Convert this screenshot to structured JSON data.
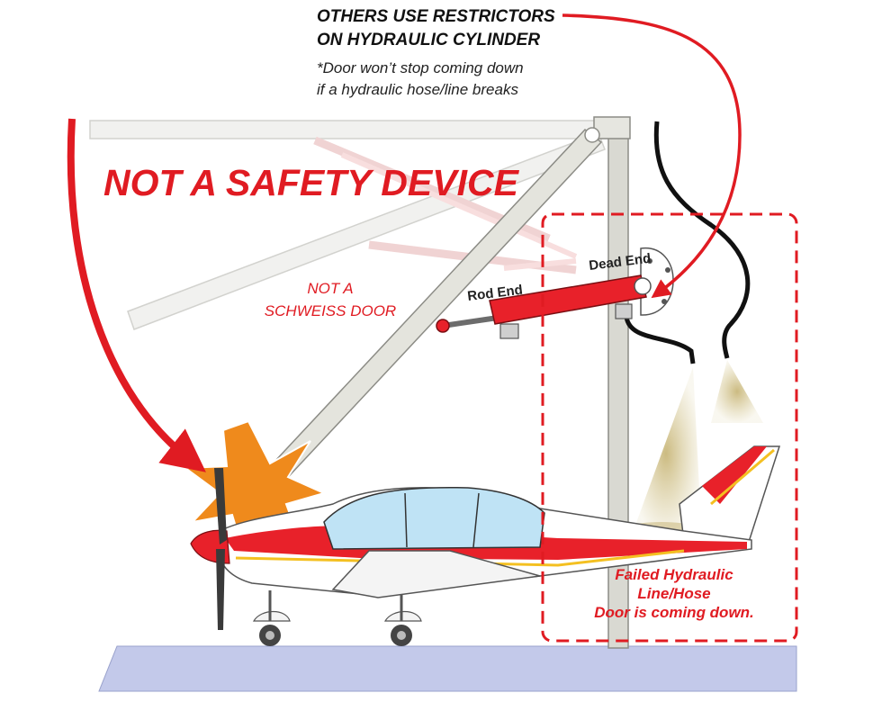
{
  "callout": {
    "title": "OTHERS USE RESTRICTORS\nON HYDRAULIC CYLINDER",
    "note": "*Door won’t stop coming down\n  if a hydraulic hose/line breaks"
  },
  "headline": "NOT A SAFETY DEVICE",
  "door_label": "NOT A\nSCHWEISS DOOR",
  "cylinder": {
    "rod_end": "Rod End",
    "dead_end": "Dead End"
  },
  "failure_label": "Failed Hydraulic\nLine/Hose\nDoor is coming down.",
  "colors": {
    "accent_red": "#e01b22",
    "door_frame": "#d4d4cc",
    "cylinder_red": "#e8212a",
    "hydraulic_spray": "#c9b77a",
    "floor": "#bfc6e8",
    "impact_orange": "#ef8a1c"
  }
}
